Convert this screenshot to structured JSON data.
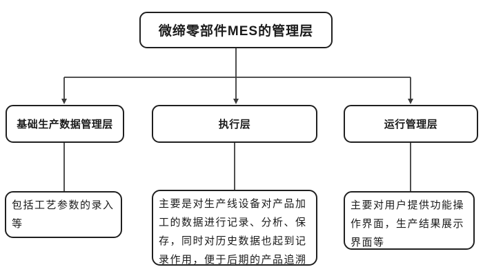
{
  "diagram": {
    "title": "微缔零部件MES的管理层",
    "branches": [
      {
        "label": "基础生产数据管理层",
        "description": "包括工艺参数的录入等"
      },
      {
        "label": "执行层",
        "description": "主要是对生产线设备对产品加工的数据进行记录、分析、保存，同时对历史数据也起到记录作用，便于后期的产品追溯"
      },
      {
        "label": "运行管理层",
        "description": "主要对用户提供功能操作界面，生产结果展示界面等"
      }
    ],
    "colors": {
      "line": "#3a3a3a",
      "box_border": "#1f1f1f",
      "text": "#1a1a1a",
      "background": "#ffffff"
    }
  }
}
